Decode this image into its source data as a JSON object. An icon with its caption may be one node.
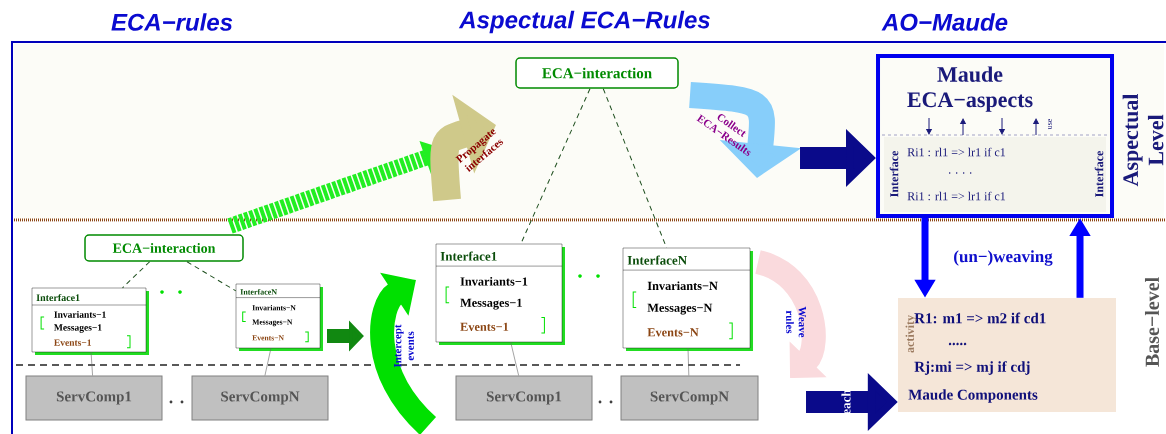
{
  "diagram": {
    "nodes": [
      {
        "text": [
          "ECA−interaction"
        ]
      },
      {
        "text": [
          "ECA−interaction"
        ]
      },
      {
        "text": [
          "Interface1",
          "Invariants−1",
          "Messages−1",
          "Events−1"
        ]
      },
      {
        "text": [
          "InterfaceN",
          "Invariants−N",
          "Messages−N",
          "Events−N"
        ]
      },
      {
        "text": [
          "ServComp1"
        ]
      },
      {
        "text": [
          "ServCompN"
        ]
      },
      {
        "text": [
          "Interface1",
          "Invariants−1",
          "Messages−1",
          "Events−1"
        ]
      },
      {
        "text": [
          "InterfaceN",
          "Invariants−N",
          "Messages−N",
          "Events−N"
        ]
      },
      {
        "text": [
          "ServComp1"
        ]
      },
      {
        "text": [
          "ServCompN"
        ]
      },
      {
        "text": [
          "Maude ECA−aspects"
        ]
      },
      {
        "text": [
          "Interface",
          "Ri1 : rl1 => lr1 if c1",
          ". . . .",
          "Ri1 : rl1 => lr1 if c1",
          "Interface"
        ],
        "in": 10
      },
      {
        "text": [
          "R1: m1 => m2 if cd1",
          ".....",
          "Rj:mi => mj if cdj",
          "Maude Components",
          "activity"
        ]
      }
    ],
    "edges": [
      {
        "from": 0,
        "to": 6,
        "arrow": "none",
        "style": "dashed"
      },
      {
        "from": 0,
        "to": 7,
        "arrow": "none",
        "style": "dashed"
      },
      {
        "from": 1,
        "to": 2,
        "arrow": "none",
        "style": "dashed"
      },
      {
        "from": 1,
        "to": 3,
        "arrow": "none",
        "style": "dashed"
      },
      {
        "from": 2,
        "to": 4,
        "arrow": "none"
      },
      {
        "from": 3,
        "to": 5,
        "arrow": "none"
      },
      {
        "from": 6,
        "to": 8,
        "arrow": "none"
      },
      {
        "from": 7,
        "to": 9,
        "arrow": "none"
      },
      {
        "from": null,
        "to": 10,
        "arrow": "to",
        "style": "thick",
        "color": "#0a0a8a"
      },
      {
        "from": null,
        "to": 12,
        "arrow": "to",
        "style": "thick",
        "color": "#0a0a8a",
        "label": "each"
      },
      {
        "from": 10,
        "to": 12,
        "arrow": "to",
        "style": "thick",
        "color": "#0000ff"
      },
      {
        "from": 12,
        "to": 10,
        "arrow": "to",
        "style": "thick",
        "color": "#0000ff"
      }
    ],
    "labels": [
      "ECA−rules",
      "Aspectual ECA−Rules",
      "AO−Maude",
      "Propagate interfaces",
      "Collect ECA−Results",
      "use",
      "Aspectual Level",
      "Intercept events",
      "Weave rules",
      "(un−)weaving",
      "Base−level"
    ]
  }
}
